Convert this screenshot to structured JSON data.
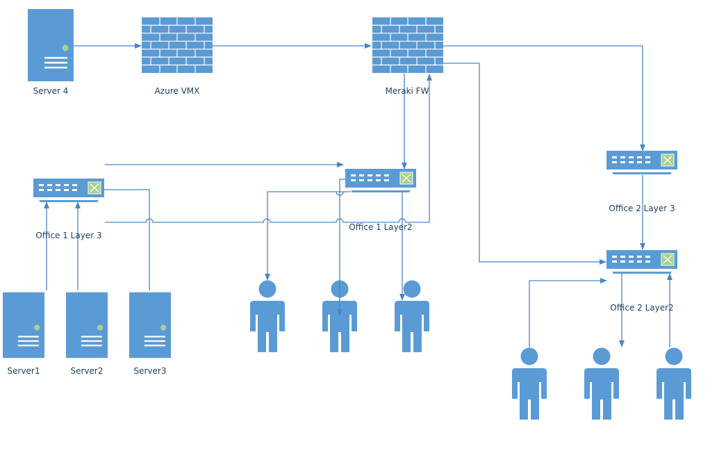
{
  "diagram": {
    "title": "Network Topology",
    "colors": {
      "device": "#5b9bd5",
      "connector": "#4a86c5",
      "status_led": "#a9d18e",
      "switch_module": "#a9d18e",
      "label_text": "#1f3c5a"
    },
    "nodes": [
      {
        "id": "server4",
        "type": "server",
        "icon": "server-icon",
        "label": "Server 4"
      },
      {
        "id": "azure_vmx",
        "type": "firewall",
        "icon": "firewall-icon",
        "label": "Azure VMX"
      },
      {
        "id": "meraki_fw",
        "type": "firewall",
        "icon": "firewall-icon",
        "label": "Meraki FW"
      },
      {
        "id": "office1_l3",
        "type": "switch",
        "icon": "switch-icon",
        "label": "Office 1 Layer 3"
      },
      {
        "id": "office1_l2",
        "type": "switch",
        "icon": "switch-icon",
        "label": "Office 1 Layer2"
      },
      {
        "id": "office2_l3",
        "type": "switch",
        "icon": "switch-icon",
        "label": "Office 2 Layer 3"
      },
      {
        "id": "office2_l2",
        "type": "switch",
        "icon": "switch-icon",
        "label": "Office 2 Layer2"
      },
      {
        "id": "server1",
        "type": "server",
        "icon": "server-icon",
        "label": "Server1"
      },
      {
        "id": "server2",
        "type": "server",
        "icon": "server-icon",
        "label": "Server2"
      },
      {
        "id": "server3",
        "type": "server",
        "icon": "server-icon",
        "label": "Server3"
      },
      {
        "id": "user1",
        "type": "user",
        "icon": "user-icon",
        "label": ""
      },
      {
        "id": "user2",
        "type": "user",
        "icon": "user-icon",
        "label": ""
      },
      {
        "id": "user3",
        "type": "user",
        "icon": "user-icon",
        "label": ""
      },
      {
        "id": "user4",
        "type": "user",
        "icon": "user-icon",
        "label": ""
      },
      {
        "id": "user5",
        "type": "user",
        "icon": "user-icon",
        "label": ""
      },
      {
        "id": "user6",
        "type": "user",
        "icon": "user-icon",
        "label": ""
      }
    ],
    "edges": [
      {
        "from": "server4",
        "to": "azure_vmx"
      },
      {
        "from": "azure_vmx",
        "to": "meraki_fw"
      },
      {
        "from": "meraki_fw",
        "to": "office1_l2"
      },
      {
        "from": "office1_l3",
        "to": "meraki_fw"
      },
      {
        "from": "office1_l3",
        "to": "office1_l2"
      },
      {
        "from": "meraki_fw",
        "to": "office2_l3"
      },
      {
        "from": "meraki_fw",
        "to": "office2_l2"
      },
      {
        "from": "office2_l3",
        "to": "office2_l2"
      },
      {
        "from": "server1",
        "to": "office1_l3"
      },
      {
        "from": "server2",
        "to": "office1_l3"
      },
      {
        "from": "office1_l3",
        "to": "server3"
      },
      {
        "from": "office1_l2",
        "to": "user1"
      },
      {
        "from": "office1_l2",
        "to": "user2"
      },
      {
        "from": "office1_l2",
        "to": "user3"
      },
      {
        "from": "user4",
        "to": "office2_l2"
      },
      {
        "from": "office2_l2",
        "to": "user5"
      },
      {
        "from": "user6",
        "to": "office2_l2"
      }
    ]
  }
}
